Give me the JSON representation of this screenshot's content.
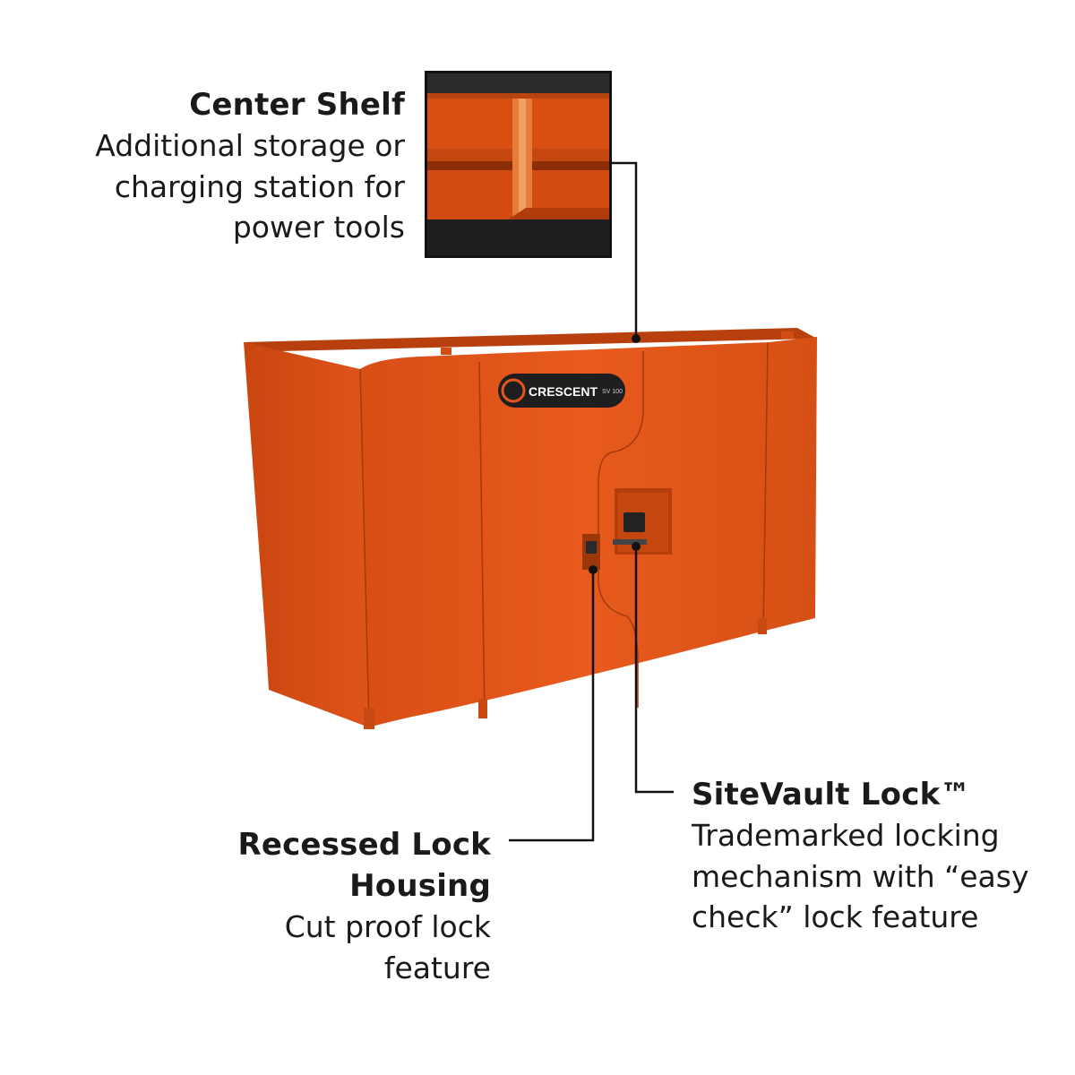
{
  "callouts": {
    "center_shelf": {
      "title": "Center Shelf",
      "description_lines": [
        "Additional storage or",
        "charging station for",
        "power tools"
      ]
    },
    "recessed_lock": {
      "title_lines": [
        "Recessed Lock",
        "Housing"
      ],
      "description_lines": [
        "Cut proof lock",
        "feature"
      ]
    },
    "sitevault_lock": {
      "title": "SiteVault Lock™",
      "description_lines": [
        "Trademarked locking",
        "mechanism with “easy",
        "check” lock feature"
      ]
    }
  },
  "product": {
    "brand_label": "CRESCENT",
    "badge_text": "SV 100",
    "body_color": "#e2561b",
    "shade_color": "#c9460f",
    "inset_color": "#e05414"
  }
}
